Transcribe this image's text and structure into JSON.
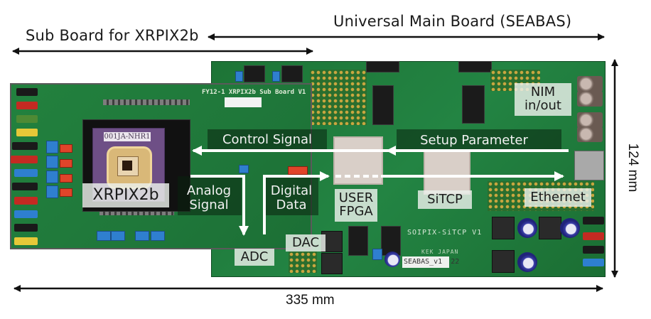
{
  "annotations": {
    "main_board_title": "Universal Main Board (SEABAS)",
    "sub_board_title": "Sub Board for XRPIX2b",
    "width_dimension": "335 mm",
    "height_dimension": "124 mm"
  },
  "components": {
    "sensor": "XRPIX2b",
    "chip_marking": "001JA-NHR1",
    "user_fpga": "USER\nFPGA",
    "user_fpga_line1": "USER",
    "user_fpga_line2": "FPGA",
    "sitcp": "SiTCP",
    "nim_line1": "NIM",
    "nim_line2": "in/out",
    "ethernet": "Ethernet",
    "adc": "ADC",
    "dac": "DAC"
  },
  "signals": {
    "control_signal": "Control Signal",
    "setup_parameter": "Setup Parameter",
    "analog_line1": "Analog",
    "analog_line2": "Signal",
    "digital_line1": "Digital",
    "digital_line2": "Data"
  },
  "silkscreen": {
    "sub_board": "FY12-1 XRPIX2b Sub Board V1",
    "main_board": "SOIPIX-SiTCP V1",
    "kek": "KEK JAPAN",
    "seabas_tag": "SEABAS_v1  22"
  },
  "colors": {
    "pcb_green": "#1f7a3a",
    "arrow_white": "#ffffff",
    "arrow_black": "#111111",
    "chip_purple": "#6e4f86"
  }
}
